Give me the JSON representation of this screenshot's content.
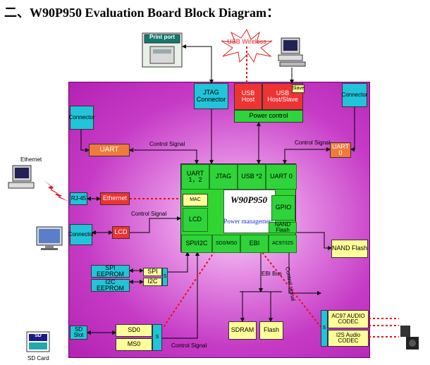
{
  "title": "二、W90P950 Evaluation Board Block Diagram：",
  "external": {
    "print_port": "Print port",
    "usb_wireless": "USB Wireless",
    "ethernet": "Ethernet",
    "sd_card": "SD Card",
    "sd_card_logo": "SD"
  },
  "blocks": {
    "jtag_connector": "JTAG Connector",
    "usb_host": "USB Host",
    "usb_host_slave": "USB Host/Slave",
    "slave": "Slave",
    "power_control": "Power control",
    "connector_tr": "Connector",
    "connector_tl": "Connector",
    "connector_ml": "Connector",
    "uart_left": "UART",
    "uart0_right": "UART 0",
    "rj45": "RJ-45",
    "ethernet_phy": "Ethernet",
    "lcd": "LCD",
    "spi_eeprom": "SPI EEPROM",
    "i2c_eeprom": "I2C EEPROM",
    "spi": "SPI",
    "i2c": "I2C",
    "s_small": "S",
    "sd_slot": "SD Slot",
    "sd0": "SD0",
    "ms0": "MS0",
    "s_sd": "S",
    "sdram": "SDRAM",
    "flash": "Flash",
    "nand_flash_ext": "NAND Flash",
    "ac97_codec": "AC97 AUDIO CODEC",
    "i2s_codec": "I2S Audio CODEC",
    "s_audio": "S"
  },
  "core": {
    "uart12": "UART 1，2",
    "jtag": "JTAG",
    "usb2": "USB *2",
    "uart0": "UART 0",
    "mac": "MAC",
    "lcd": "LCD",
    "gpio": "GPIO",
    "nand": "NAND Flash",
    "spi_i2c": "SPI/I2C",
    "sd_ms": "SD0/MS0",
    "ebi": "EBI",
    "ac97_i2s": "AC97/I2S",
    "chip": "W90P950",
    "power_mgmt": "Power management"
  },
  "labels": {
    "control_signal_1": "Control Signal",
    "control_signal_2": "Control Signal",
    "control_signal_3": "Control Signal",
    "control_signal_4": "Control Signal",
    "control_signal_5": "Control signal",
    "ebi_bus": "EBI Bus"
  }
}
